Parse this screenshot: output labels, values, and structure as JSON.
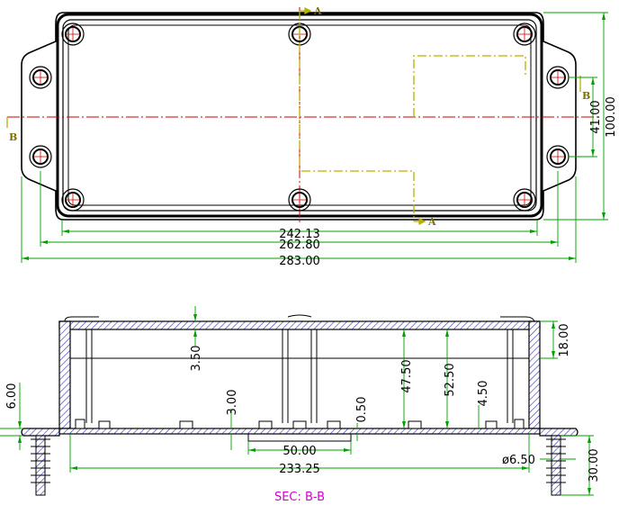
{
  "colors": {
    "outline": "#000000",
    "dimension_line": "#00a000",
    "center_line": "#d00000",
    "section_line": "#b8b000",
    "hatch": "#3030c0",
    "section_title": "#d000d0"
  },
  "top_view": {
    "dims": {
      "inner_length": "242.13",
      "hole_span": "262.80",
      "overall_length": "283.00",
      "hole_pitch_v": "41.00",
      "overall_width": "100.00"
    },
    "markers": {
      "a_top": "A",
      "a_bottom": "A",
      "b_left": "B",
      "b_right": "B"
    }
  },
  "section_view": {
    "title": "SEC: B-B",
    "dims": {
      "wall_top": "3.50",
      "height": "18.00",
      "flange": "6.00",
      "boss": "3.00",
      "gap": "0.50",
      "post_a": "47.50",
      "post_b": "52.50",
      "rib": "4.50",
      "center_width": "50.00",
      "inner_width": "233.25",
      "screw_dia": "ø6.50",
      "screw_len": "30.00"
    }
  }
}
